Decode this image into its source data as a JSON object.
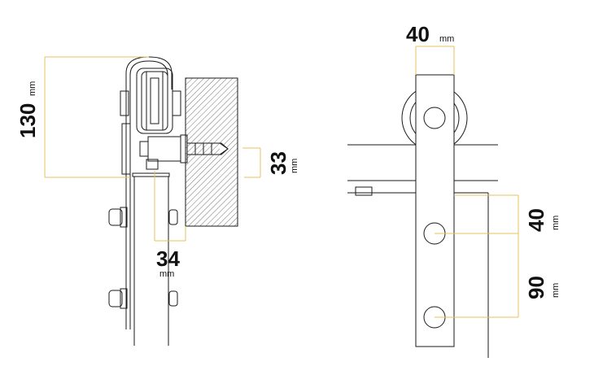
{
  "side_view": {
    "height_dim": {
      "value": "130",
      "unit": "mm"
    },
    "depth_dim": {
      "value": "33",
      "unit": "mm"
    },
    "offset_dim": {
      "value": "34",
      "unit": "mm"
    }
  },
  "front_view": {
    "width_dim": {
      "value": "40",
      "unit": "mm"
    },
    "hole_spacing_top": {
      "value": "40",
      "unit": "mm"
    },
    "hole_spacing_bottom": {
      "value": "90",
      "unit": "mm"
    }
  },
  "colors": {
    "line": "#1a1a1a",
    "dimension": "#e6c35c",
    "hatch": "#333333"
  }
}
